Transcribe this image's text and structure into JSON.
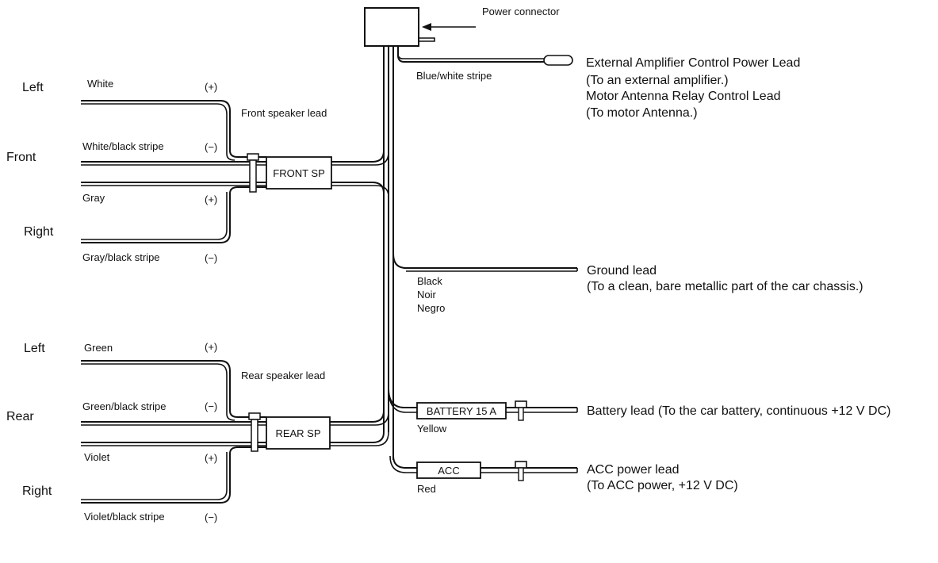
{
  "power_connector": {
    "label": "Power connector"
  },
  "front": {
    "group_label": "Front",
    "left_label": "Left",
    "right_label": "Right",
    "lead_label": "Front speaker lead",
    "box_label": "FRONT SP",
    "wires": [
      {
        "color": "White",
        "polarity": "(+)"
      },
      {
        "color": "White/black stripe",
        "polarity": "(−)"
      },
      {
        "color": "Gray",
        "polarity": "(+)"
      },
      {
        "color": "Gray/black stripe",
        "polarity": "(−)"
      }
    ]
  },
  "rear": {
    "group_label": "Rear",
    "left_label": "Left",
    "right_label": "Right",
    "lead_label": "Rear speaker lead",
    "box_label": "REAR SP",
    "wires": [
      {
        "color": "Green",
        "polarity": "(+)"
      },
      {
        "color": "Green/black stripe",
        "polarity": "(−)"
      },
      {
        "color": "Violet",
        "polarity": "(+)"
      },
      {
        "color": "Violet/black stripe",
        "polarity": "(−)"
      }
    ]
  },
  "leads": {
    "amp": {
      "wire_color": "Blue/white stripe",
      "lines": [
        "External Amplifier Control Power Lead",
        "(To an external amplifier.)",
        "Motor Antenna Relay Control Lead",
        "(To motor Antenna.)"
      ]
    },
    "ground": {
      "wire_colors": [
        "Black",
        "Noir",
        "Negro"
      ],
      "lines": [
        "Ground lead",
        "(To a clean, bare metallic part of the car chassis.)"
      ]
    },
    "battery": {
      "wire_color": "Yellow",
      "box_label": "BATTERY 15 A",
      "lines": [
        "Battery lead (To the car battery, continuous +12 V DC)"
      ]
    },
    "acc": {
      "wire_color": "Red",
      "box_label": "ACC",
      "lines": [
        "ACC power lead",
        "(To ACC power, +12 V DC)"
      ]
    }
  }
}
